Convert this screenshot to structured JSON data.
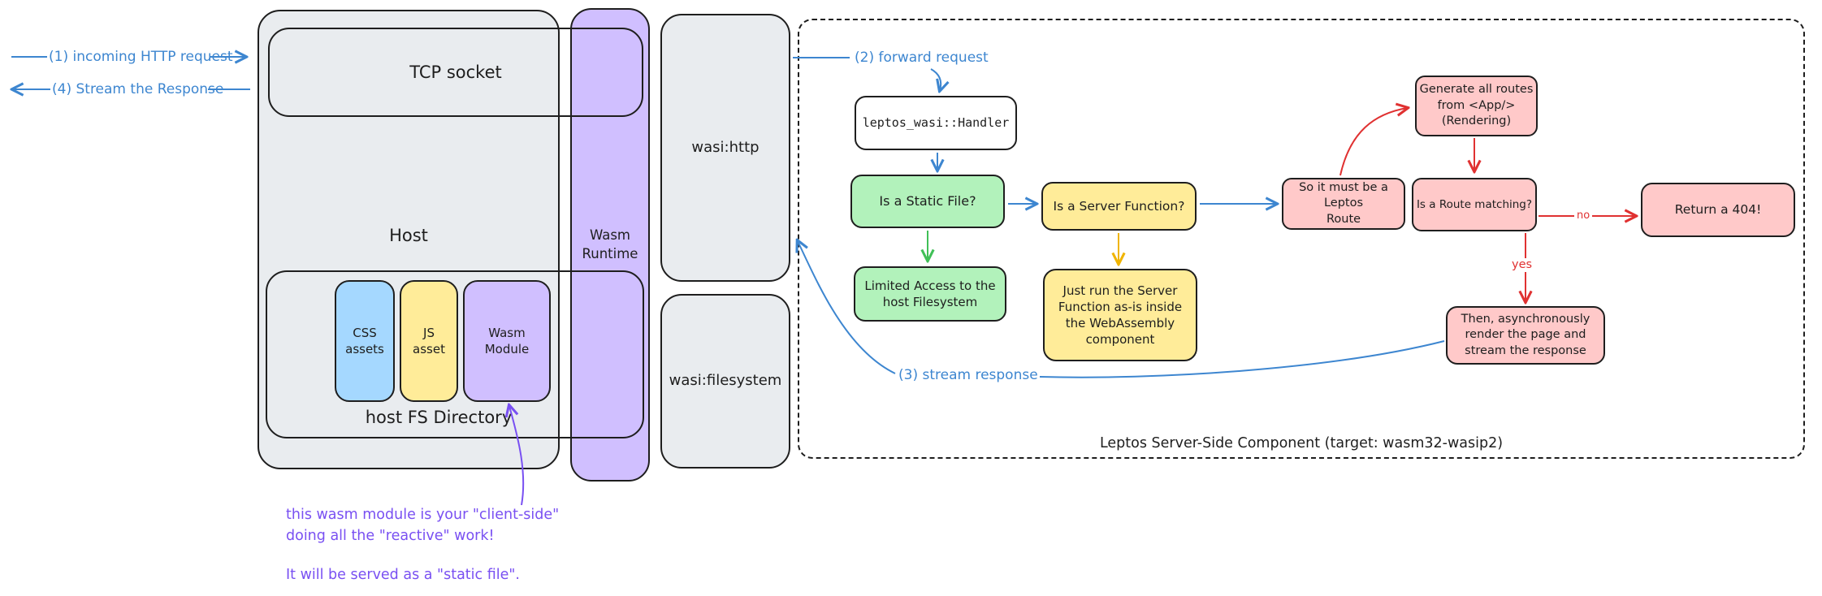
{
  "diagram": {
    "host": {
      "label": "Host",
      "tcp_socket": "TCP socket",
      "fs_directory": "host FS Directory",
      "css_assets": "CSS\nassets",
      "js_asset": "JS\nasset",
      "wasm_module": "Wasm\nModule"
    },
    "wasm_runtime": "Wasm\nRuntime",
    "wasi_http": "wasi:http",
    "wasi_filesystem": "wasi:filesystem",
    "steps": {
      "s1": "(1) incoming HTTP request",
      "s2": "(2) forward request",
      "s3": "(3) stream response",
      "s4": "(4) Stream the Response"
    },
    "component": {
      "title": "Leptos Server-Side Component (target: wasm32-wasip2)",
      "handler": "leptos_wasi::Handler",
      "is_static_file": "Is a Static File?",
      "limited_access": "Limited Access to the\nhost Filesystem",
      "is_server_function": "Is a Server Function?",
      "just_run": "Just run the Server\nFunction as-is inside\nthe WebAssembly\ncomponent",
      "so_leptos_route": "So it must be a Leptos\nRoute",
      "generate_routes": "Generate all routes\nfrom <App/>\n(Rendering)",
      "route_matching": "Is a Route matching?",
      "no": "no",
      "yes": "yes",
      "return_404": "Return a 404!",
      "then_render": "Then, asynchronously\nrender the page and\nstream the response"
    },
    "note": {
      "line1": "this wasm module is your \"client-side\"",
      "line2": "doing all the \"reactive\" work!",
      "line3": "It will be served as a \"static file\"."
    },
    "colors": {
      "ink": "#1e1e1e",
      "blue_stroke": "#3d86d0",
      "red_stroke": "#e03131",
      "green_stroke": "#40c057",
      "yellow_stroke": "#f0b400",
      "purple_stroke": "#7950f2",
      "gray_fill": "#e9ecef",
      "purple_fill": "#d0bfff",
      "blue_fill": "#a5d8ff",
      "yellow_fill": "#ffec99",
      "green_fill": "#b2f2bb",
      "pink_fill": "#ffc9c9",
      "white_fill": "#ffffff"
    }
  }
}
